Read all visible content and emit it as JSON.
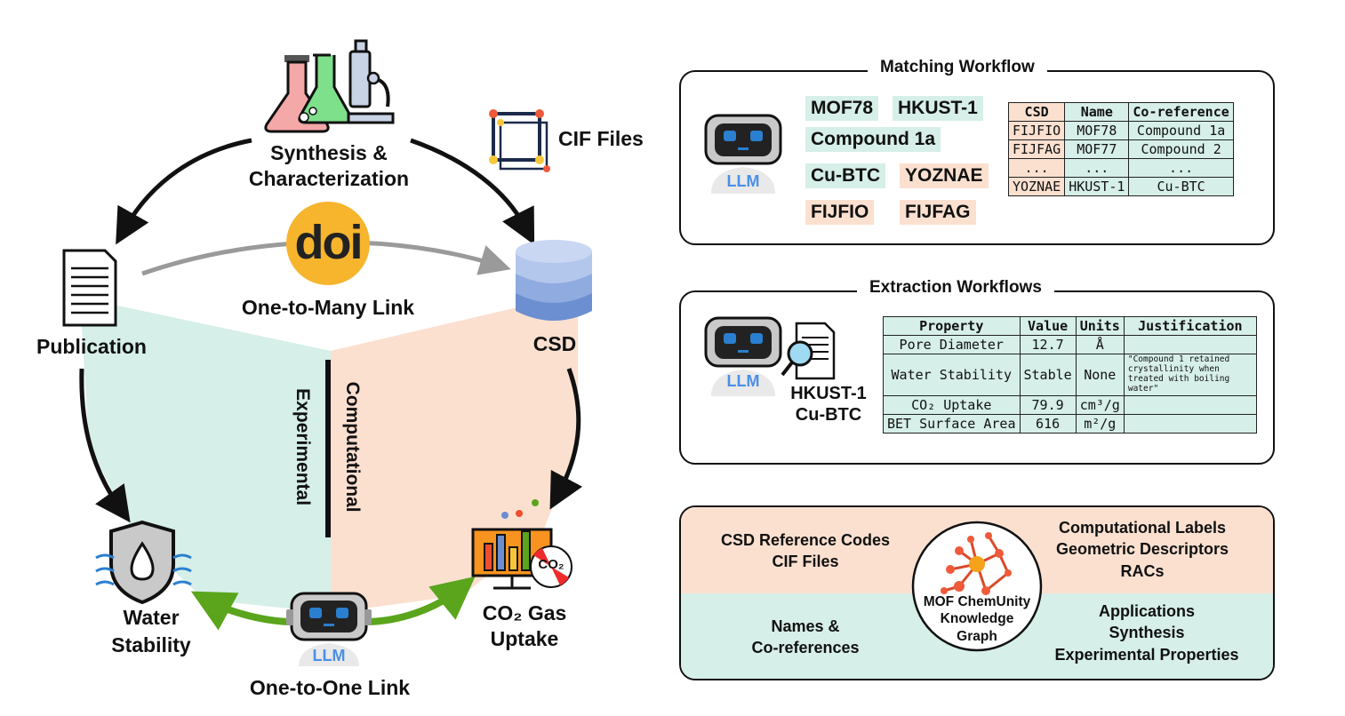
{
  "left": {
    "synthesis_label": "Synthesis & Characterization",
    "cif_label": "CIF Files",
    "doi_text": "doi",
    "one_to_many": "One-to-Many Link",
    "publication": "Publication",
    "csd": "CSD",
    "computational": "Computational",
    "experimental": "Experimental",
    "water_stability": "Water Stability",
    "co2_gas": "CO₂ Gas",
    "uptake": "Uptake",
    "co2_badge": "CO₂",
    "llm": "LLM",
    "one_to_one": "One-to-One Link"
  },
  "matching": {
    "title": "Matching Workflow",
    "llm": "LLM",
    "chips": [
      {
        "text": "MOF78",
        "tone": "teal"
      },
      {
        "text": "HKUST-1",
        "tone": "teal"
      },
      {
        "text": "Compound 1a",
        "tone": "teal"
      },
      {
        "text": "Cu-BTC",
        "tone": "teal"
      },
      {
        "text": "YOZNAE",
        "tone": "peach"
      },
      {
        "text": "FIJFIO",
        "tone": "peach"
      },
      {
        "text": "FIJFAG",
        "tone": "peach"
      }
    ],
    "headers": [
      "CSD",
      "Name",
      "Co-reference"
    ],
    "rows": [
      [
        "FIJFIO",
        "MOF78",
        "Compound 1a"
      ],
      [
        "FIJFAG",
        "MOF77",
        "Compound 2"
      ],
      [
        "...",
        "...",
        "..."
      ],
      [
        "YOZNAE",
        "HKUST-1",
        "Cu-BTC"
      ]
    ]
  },
  "extraction": {
    "title": "Extraction Workflows",
    "llm": "LLM",
    "material_line1": "HKUST-1",
    "material_line2": "Cu-BTC",
    "headers": [
      "Property",
      "Value",
      "Units",
      "Justification"
    ],
    "rows": [
      [
        "Pore Diameter",
        "12.7",
        "Å",
        ""
      ],
      [
        "Water Stability",
        "Stable",
        "None",
        "\"Compound 1 retained crystallinity when treated with boiling water\""
      ],
      [
        "CO₂ Uptake",
        "79.9",
        "cm³/g",
        ""
      ],
      [
        "BET Surface Area",
        "616",
        "m²/g",
        ""
      ]
    ]
  },
  "kg": {
    "tl_1": "CSD Reference Codes",
    "tl_2": "CIF Files",
    "tr_1": "Computational Labels",
    "tr_2": "Geometric Descriptors",
    "tr_3": "RACs",
    "bl_1": "Names &",
    "bl_2": "Co-references",
    "br_1": "Applications",
    "br_2": "Synthesis",
    "br_3": "Experimental Properties",
    "center_1": "MOF ChemUnity",
    "center_2": "Knowledge",
    "center_3": "Graph"
  },
  "colors": {
    "teal": "#d6efe8",
    "peach": "#fbe0d0",
    "green_arrow": "#5aa51c",
    "grey_arrow": "#9a9a9a",
    "doi_orange": "#f7b52d",
    "db_blue": "#6b8fd0",
    "node_red": "#ef5a3a",
    "node_orange": "#f7a21b"
  },
  "icons": [
    "lab-flask-icon",
    "microscope-icon",
    "cif-cube-icon",
    "doi-icon",
    "document-icon",
    "database-icon",
    "shield-drop-icon",
    "chart-board-icon",
    "robot-icon",
    "magnifier-icon",
    "graph-icon"
  ]
}
